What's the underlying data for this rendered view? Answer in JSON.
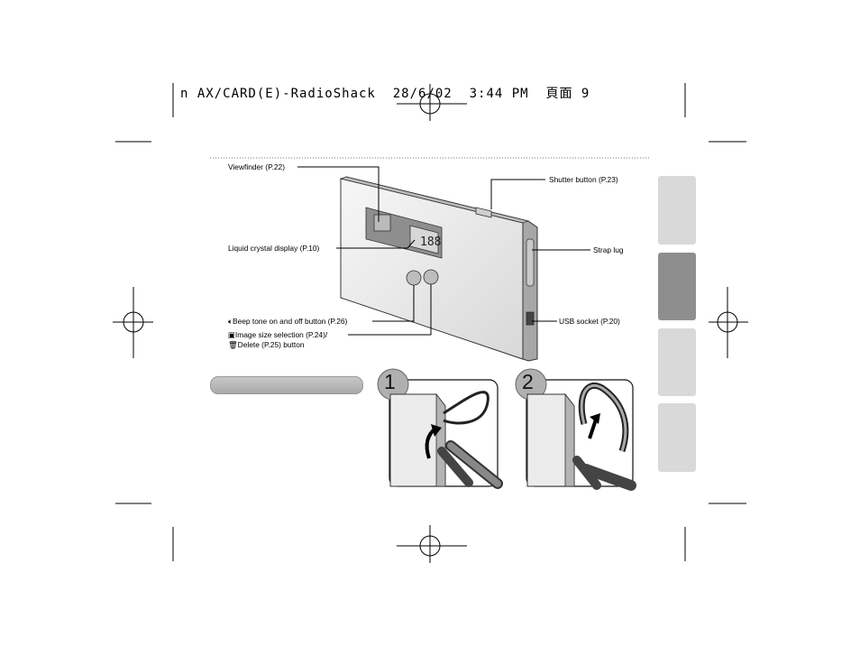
{
  "header": {
    "filename": "n AX/CARD(E)-RadioShack",
    "date": "28/6/02",
    "time": "3:44 PM",
    "page_label": "頁面",
    "page_number": "9"
  },
  "callouts": {
    "viewfinder": "Viewfinder (P.22)",
    "lcd": "Liquid crystal display (P.10)",
    "beep": "Beep tone on and off button (P.26)",
    "image_size": "Image size selection (P.24)/",
    "delete": "Delete (P.25) button",
    "shutter": "Shutter button (P.23)",
    "strap_lug": "Strap lug",
    "usb": "USB socket (P.20)"
  },
  "lcd_digits": "188",
  "steps": [
    "1",
    "2"
  ],
  "colors": {
    "tab_light": "#d9d9d9",
    "tab_dark": "#8e8e8e",
    "pill": "#b5b5b5",
    "camera_body": "#ececec"
  },
  "icons": [
    "speaker-icon",
    "image-size-icon",
    "trash-icon",
    "curved-arrow-icon",
    "straight-arrow-icon"
  ]
}
